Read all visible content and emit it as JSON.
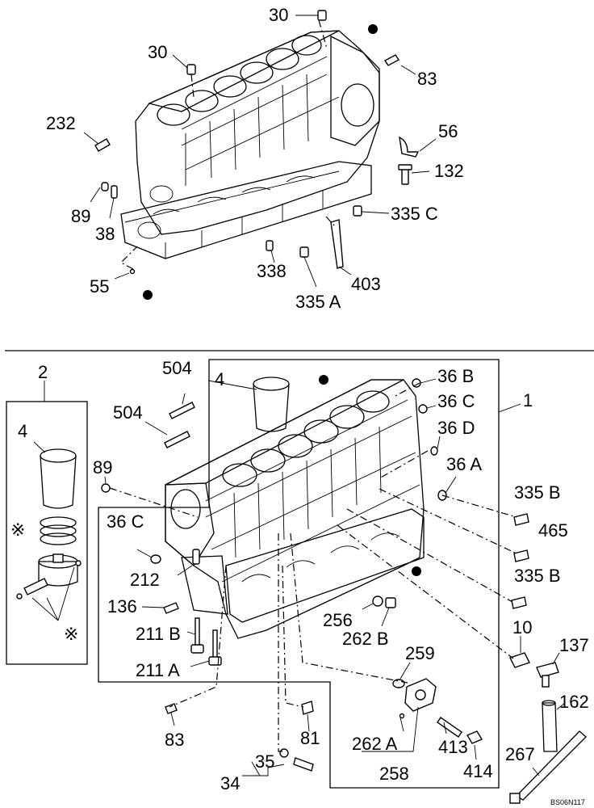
{
  "drawing_code": "BS06N117",
  "note_symbol": "※",
  "callouts": {
    "top": [
      "30",
      "30",
      "83",
      "232",
      "56",
      "132",
      "89",
      "38",
      "335 C",
      "338",
      "403",
      "55",
      "335 A"
    ],
    "bottom": [
      "2",
      "4",
      "4",
      "504",
      "504",
      "89",
      "36 B",
      "36 C",
      "36 D",
      "36 A",
      "1",
      "36 C",
      "335 B",
      "465",
      "335 B",
      "212",
      "136",
      "211 B",
      "211 A",
      "256",
      "262 B",
      "10",
      "137",
      "259",
      "162",
      "83",
      "81",
      "262 A",
      "413",
      "414",
      "35",
      "34",
      "258",
      "267"
    ]
  }
}
